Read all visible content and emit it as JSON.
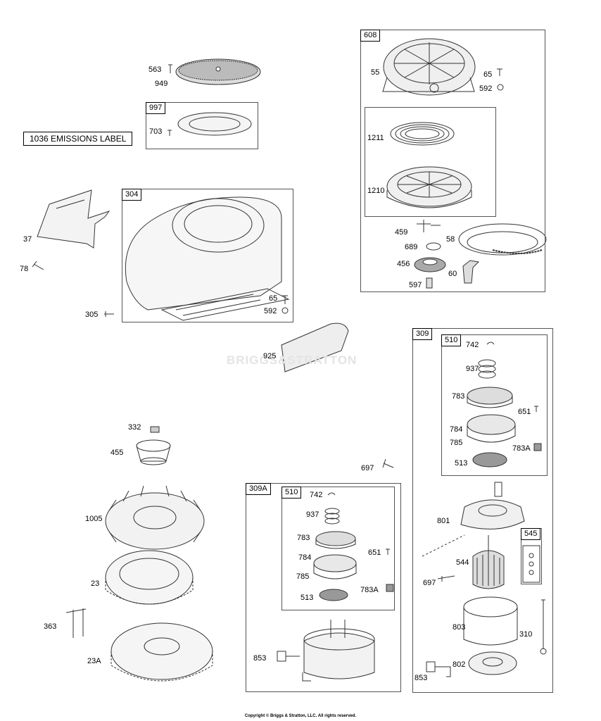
{
  "emissions_label": "1036 EMISSIONS LABEL",
  "watermark": "BRIGGS&STRATTON",
  "copyright": "Copyright © Briggs & Stratton, LLC. All rights reserved.",
  "group_tags": {
    "g608": "608",
    "g997": "997",
    "g304": "304",
    "g309": "309",
    "g510a": "510",
    "g545": "545",
    "g309a": "309A",
    "g510b": "510"
  },
  "parts": {
    "p563": "563",
    "p949": "949",
    "p703": "703",
    "p55": "55",
    "p65a": "65",
    "p592a": "592",
    "p1211": "1211",
    "p1210": "1210",
    "p459": "459",
    "p689": "689",
    "p58": "58",
    "p456": "456",
    "p60": "60",
    "p597": "597",
    "p37": "37",
    "p78": "78",
    "p305": "305",
    "p65b": "65",
    "p592b": "592",
    "p925": "925",
    "p742a": "742",
    "p937a": "937",
    "p783a": "783",
    "p651a": "651",
    "p784a": "784",
    "p785a": "785",
    "p783Aa": "783A",
    "p513a": "513",
    "p801": "801",
    "p544": "544",
    "p697a": "697",
    "p803": "803",
    "p310": "310",
    "p853a": "853",
    "p802": "802",
    "p332": "332",
    "p455": "455",
    "p1005": "1005",
    "p23a": "23",
    "p363": "363",
    "p23b": "23A",
    "p697b": "697",
    "p742b": "742",
    "p937b": "937",
    "p783b": "783",
    "p651b": "651",
    "p784b": "784",
    "p785b": "785",
    "p783Ab": "783A",
    "p513b": "513",
    "p853b": "853"
  }
}
